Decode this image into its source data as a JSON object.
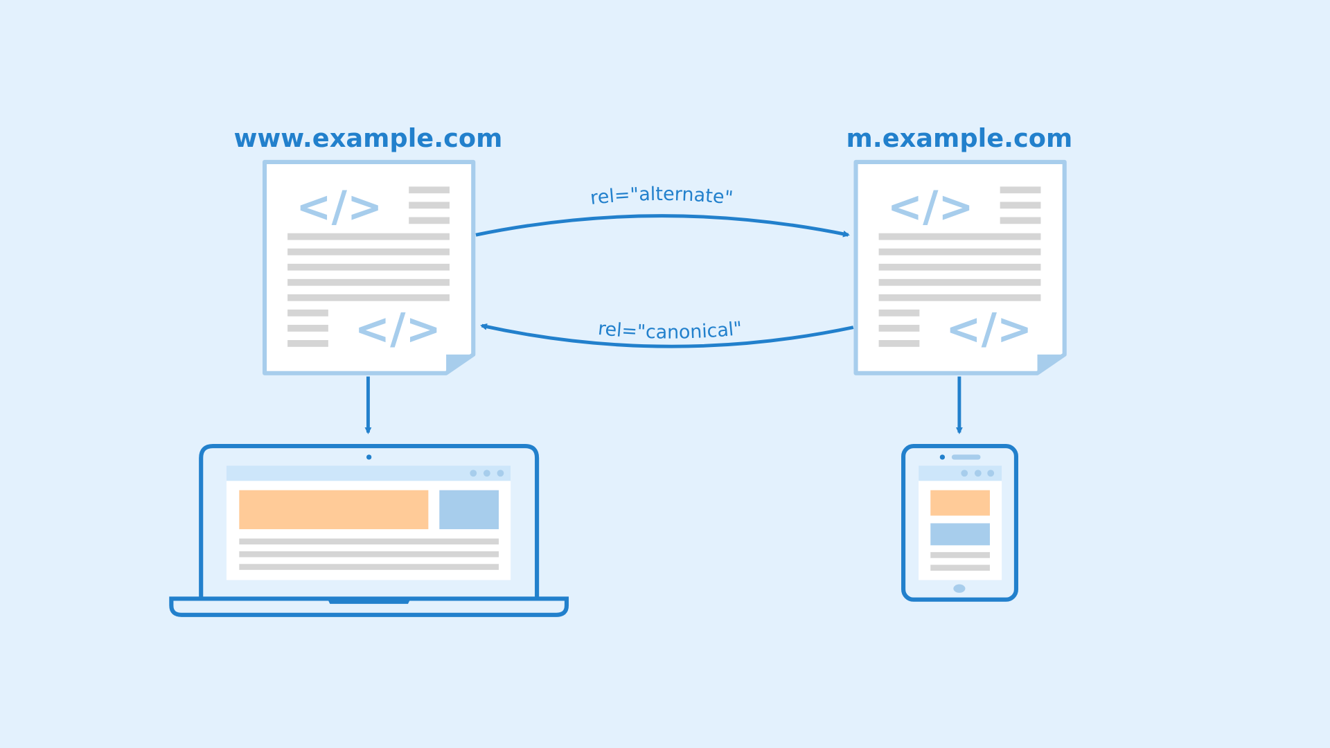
{
  "desktop": {
    "title": "www.example.com"
  },
  "mobile": {
    "title": "m.example.com"
  },
  "links": {
    "alternate": "rel=\"alternate\"",
    "canonical": "rel=\"canonical\""
  },
  "code_symbol": "</>",
  "colors": {
    "background": "#e3f1fd",
    "accent": "#2280cc",
    "light_blue": "#a7cdec",
    "orange": "#ffcb98",
    "gray": "#d5d5d5",
    "header": "#cde6fa"
  }
}
